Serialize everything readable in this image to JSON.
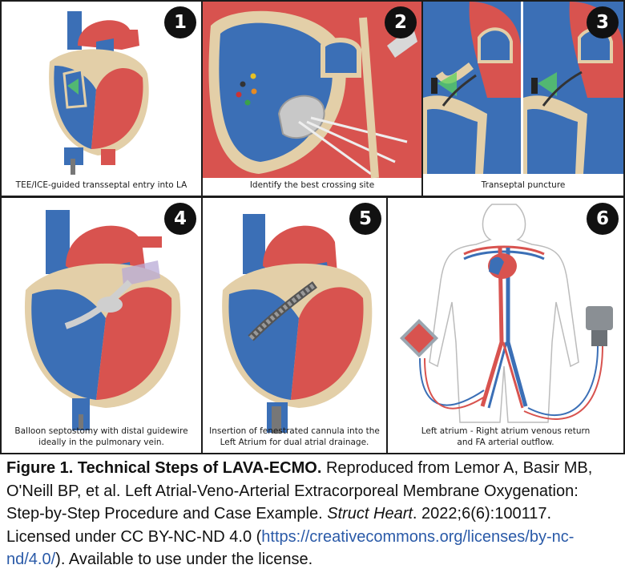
{
  "panels": [
    {
      "number": "1",
      "caption_lines": [
        "TEE/ICE-guided transseptal entry into LA"
      ]
    },
    {
      "number": "2",
      "caption_lines": [
        "Identify the best crossing site"
      ]
    },
    {
      "number": "3",
      "caption_lines": [
        "Transeptal puncture"
      ]
    },
    {
      "number": "4",
      "caption_lines": [
        "Balloon septostomy with distal guidewire",
        "ideally in the pulmonary vein."
      ]
    },
    {
      "number": "5",
      "caption_lines": [
        "Insertion of fenestrated cannula into the",
        "Left Atrium for dual atrial drainage."
      ]
    },
    {
      "number": "6",
      "caption_lines": [
        "Left atrium - Right atrium venous return",
        "and FA arterial outflow."
      ]
    }
  ],
  "caption": {
    "title": "Figure 1. Technical Steps of LAVA-ECMO.",
    "text1": " Reproduced from Lemor A, Basir MB, O'Neill BP, et al. Left Atrial-Veno-Arterial Extracorporeal Membrane Oxygenation: Step-by-Step Procedure and Case Example. ",
    "journal": "Struct Heart",
    "text2": ". 2022;6(6):100117. Licensed under CC BY-NC-ND 4.0 (",
    "link": "https://creativecommons.org/licenses/by-nc-nd/4.0/",
    "text3": "). Available to use under the license."
  },
  "colors": {
    "vein_blue": "#3b6fb6",
    "artery_red": "#d8534f",
    "tissue_beige": "#e3cfa8",
    "badge_black": "#111111",
    "link_blue": "#2a5aa8"
  }
}
